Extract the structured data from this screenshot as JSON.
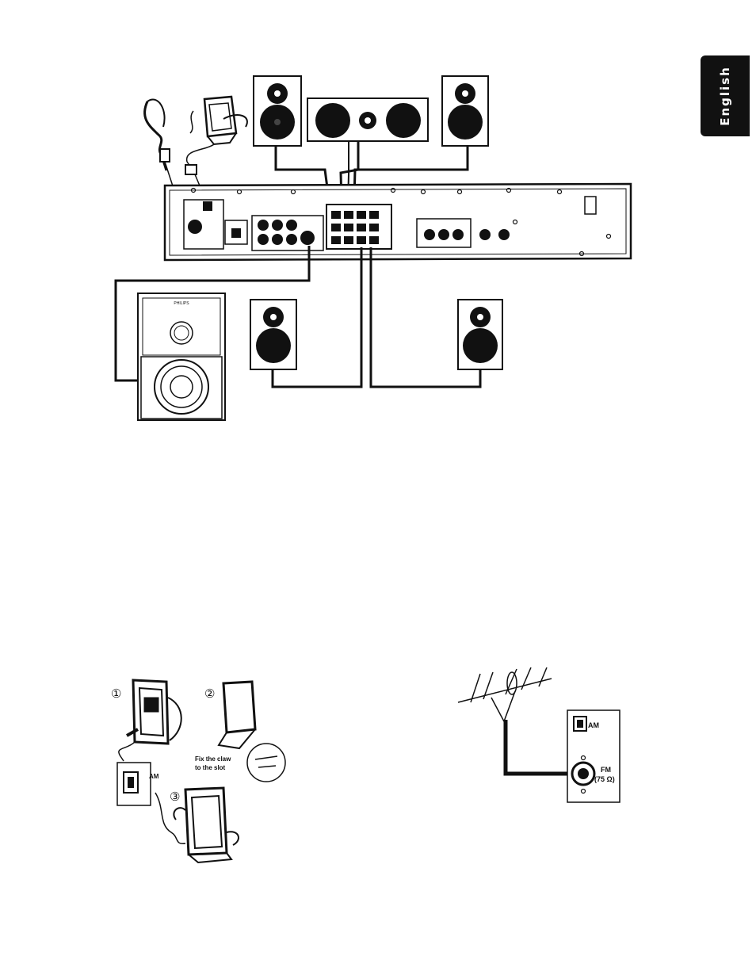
{
  "language_tab": "English",
  "subwoofer": {
    "brand": "PHILIPS"
  },
  "am_assembly": {
    "step1": "①",
    "step2": "②",
    "step3": "③",
    "claw_note_line1": "Fix the claw",
    "claw_note_line2": "to the slot",
    "am_label": "AM"
  },
  "fm_connection": {
    "am_label": "AM",
    "fm_label": "FM",
    "fm_impedance": "(75 Ω)"
  }
}
